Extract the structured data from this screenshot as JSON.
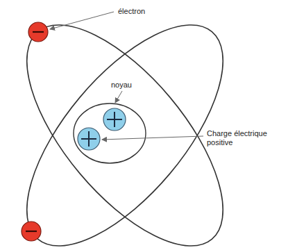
{
  "diagram": {
    "labels": [
      "électron",
      "noyau",
      "Charge électrique positive"
    ]
  }
}
